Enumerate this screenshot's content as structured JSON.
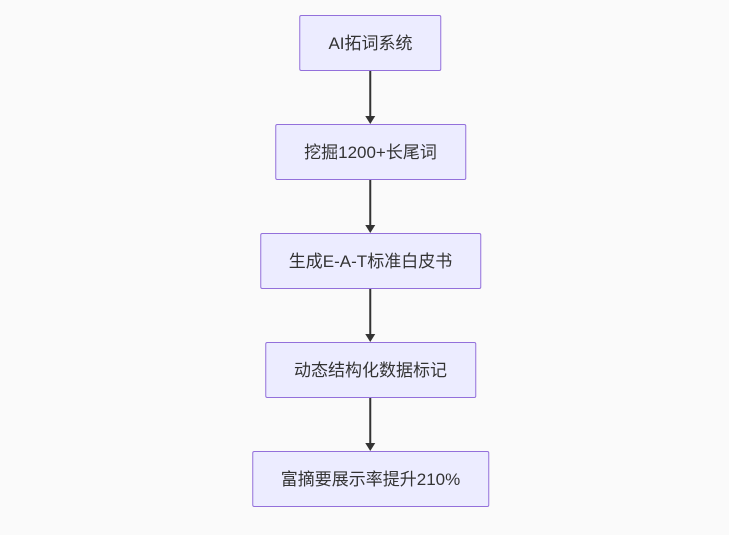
{
  "flowchart": {
    "direction": "top-down",
    "colors": {
      "page_background": "#fafafa",
      "node_fill": "#ECECFF",
      "node_border": "#9370DB",
      "arrow_color": "#333333",
      "text_color": "#333333"
    },
    "nodes": [
      {
        "id": "a",
        "label": "AI拓词系统"
      },
      {
        "id": "b",
        "label": "挖掘1200+长尾词"
      },
      {
        "id": "c",
        "label": "生成E-A-T标准白皮书"
      },
      {
        "id": "d",
        "label": "动态结构化数据标记"
      },
      {
        "id": "e",
        "label": "富摘要展示率提升210%"
      }
    ],
    "edges": [
      {
        "from": "a",
        "to": "b"
      },
      {
        "from": "b",
        "to": "c"
      },
      {
        "from": "c",
        "to": "d"
      },
      {
        "from": "d",
        "to": "e"
      }
    ]
  }
}
